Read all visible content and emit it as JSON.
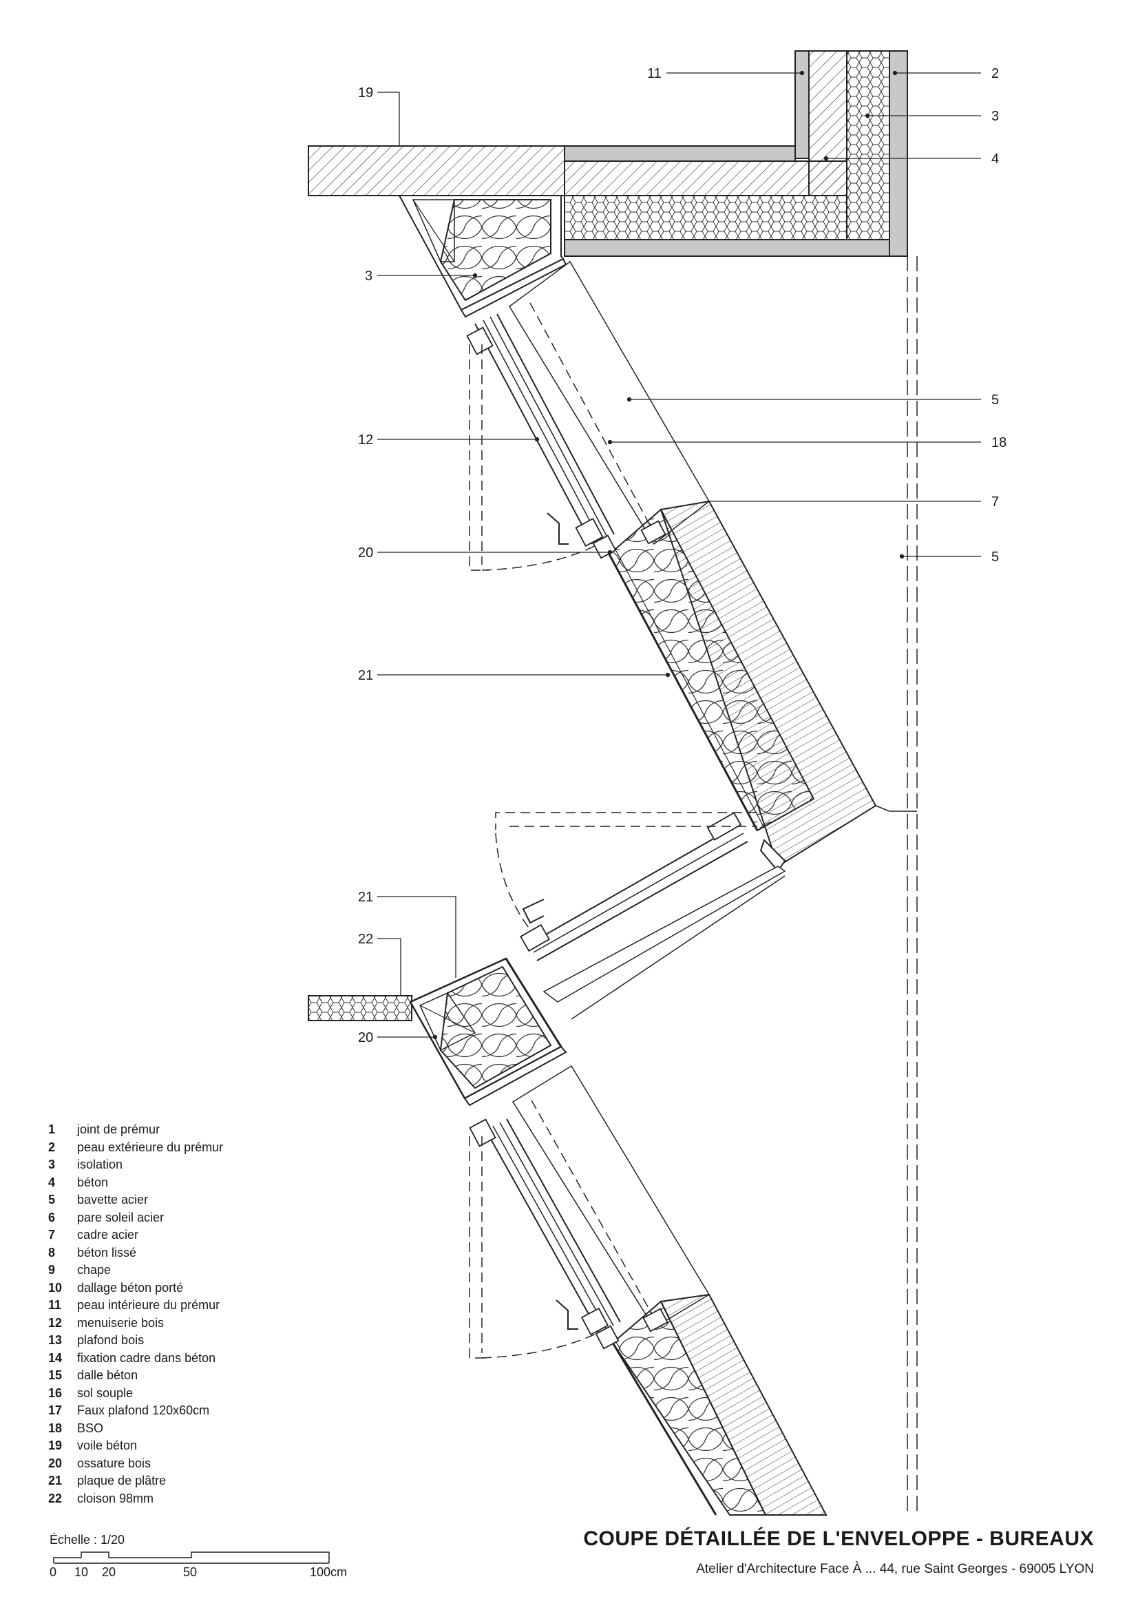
{
  "title": "COUPE DÉTAILLÉE DE L'ENVELOPPE - BUREAUX",
  "credits": "Atelier d'Architecture Face À ... 44, rue Saint Georges - 69005 LYON",
  "scale": {
    "label": "Échelle : 1/20",
    "ticks": [
      "0",
      "10",
      "20",
      "50",
      "100cm"
    ]
  },
  "callouts": [
    "11",
    "2",
    "19",
    "3",
    "4",
    "3",
    "5",
    "12",
    "18",
    "7",
    "20",
    "5",
    "21",
    "21",
    "22",
    "20"
  ],
  "legend": [
    {
      "num": "1",
      "label": "joint de prémur"
    },
    {
      "num": "2",
      "label": "peau extérieure du prémur"
    },
    {
      "num": "3",
      "label": "isolation"
    },
    {
      "num": "4",
      "label": "béton"
    },
    {
      "num": "5",
      "label": "bavette acier"
    },
    {
      "num": "6",
      "label": "pare soleil acier"
    },
    {
      "num": "7",
      "label": "cadre acier"
    },
    {
      "num": "8",
      "label": "béton lissé"
    },
    {
      "num": "9",
      "label": "chape"
    },
    {
      "num": "10",
      "label": "dallage béton porté"
    },
    {
      "num": "11",
      "label": "peau intérieure du prémur"
    },
    {
      "num": "12",
      "label": "menuiserie bois"
    },
    {
      "num": "13",
      "label": "plafond bois"
    },
    {
      "num": "14",
      "label": "fixation cadre dans béton"
    },
    {
      "num": "15",
      "label": "dalle béton"
    },
    {
      "num": "16",
      "label": "sol souple"
    },
    {
      "num": "17",
      "label": "Faux plafond 120x60cm"
    },
    {
      "num": "18",
      "label": "BSO"
    },
    {
      "num": "19",
      "label": "voile béton"
    },
    {
      "num": "20",
      "label": "ossature bois"
    },
    {
      "num": "21",
      "label": "plaque de plâtre"
    },
    {
      "num": "22",
      "label": "cloison 98mm"
    }
  ]
}
